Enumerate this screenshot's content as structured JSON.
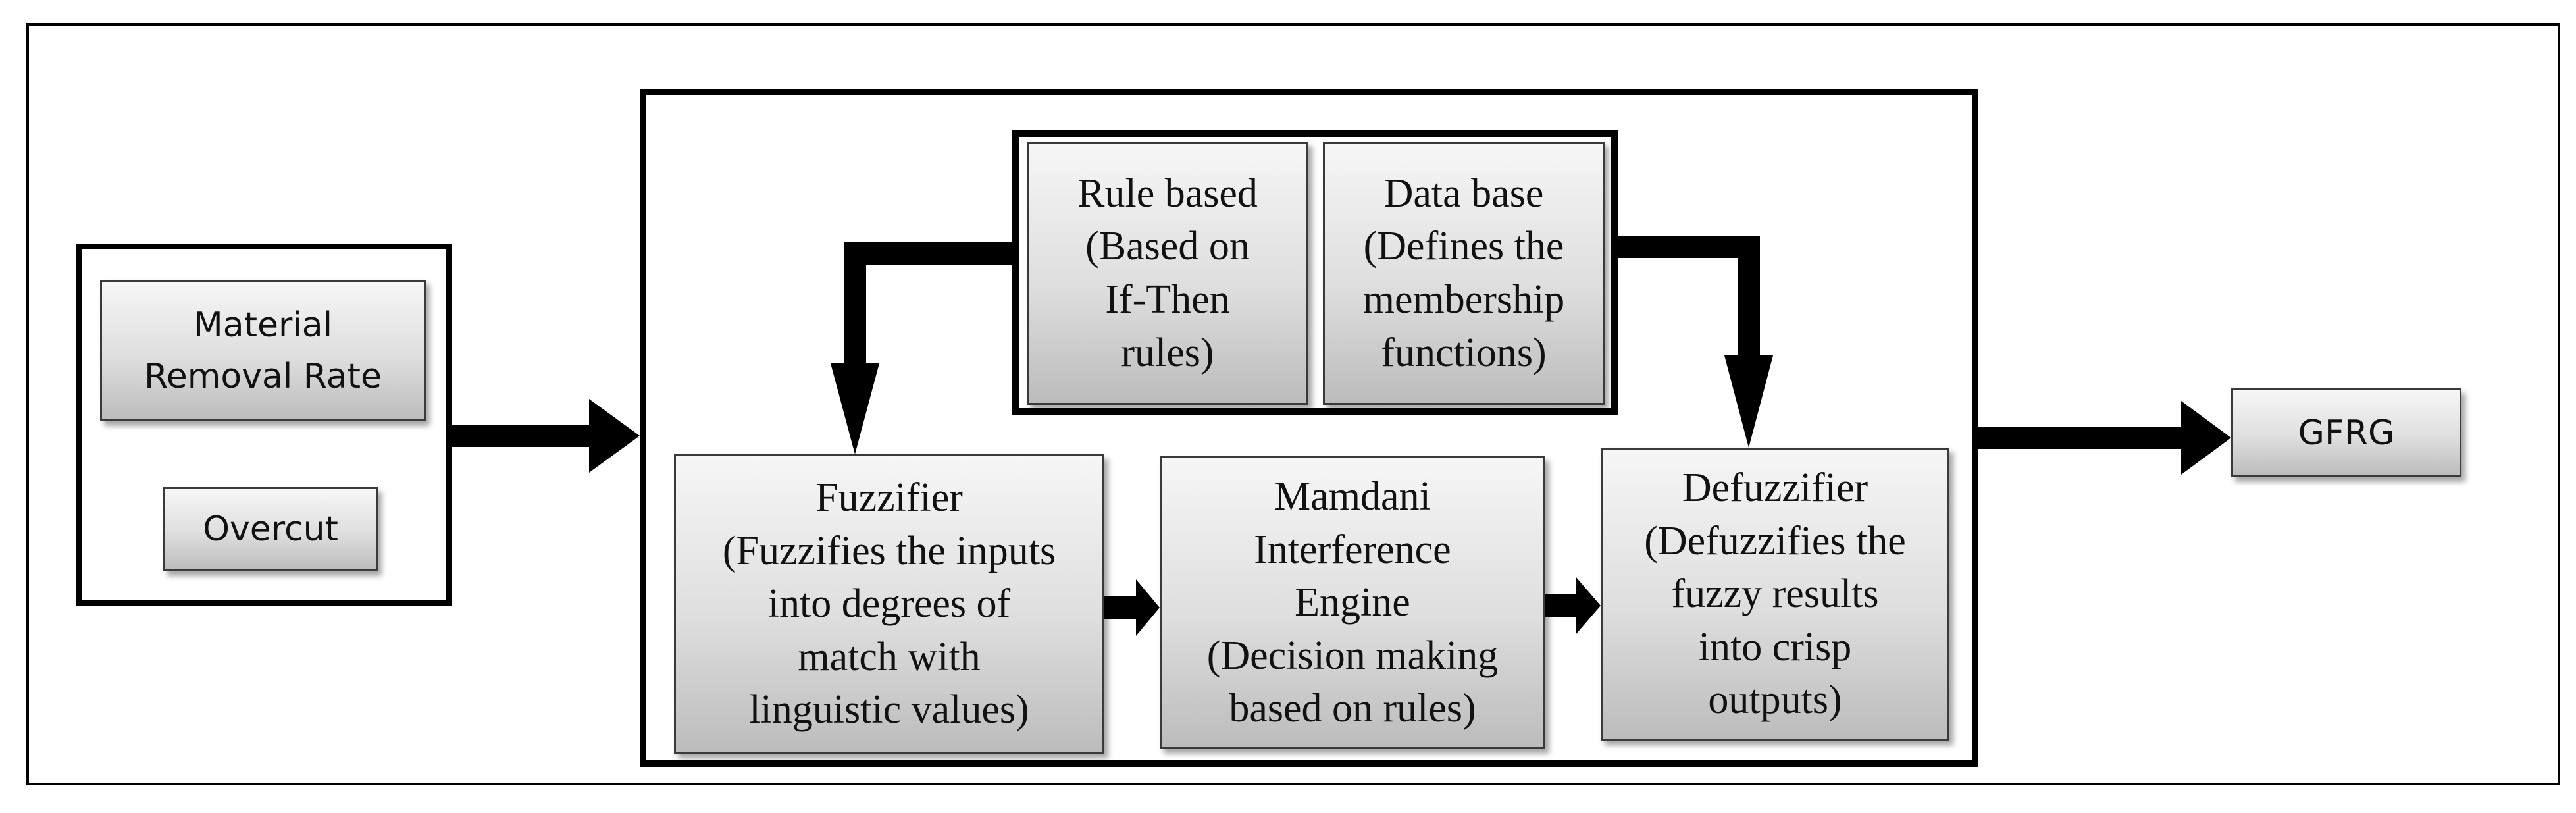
{
  "nodes": {
    "material_removal_rate": {
      "lines": [
        "Material",
        "Removal Rate"
      ]
    },
    "overcut": {
      "lines": [
        "Overcut"
      ]
    },
    "rule_based": {
      "lines": [
        "Rule based",
        "(Based on",
        "If-Then",
        "rules)"
      ]
    },
    "data_base": {
      "lines": [
        "Data base",
        "(Defines the",
        "membership",
        "functions)"
      ]
    },
    "fuzzifier": {
      "lines": [
        "Fuzzifier",
        "(Fuzzifies the inputs",
        "into degrees of",
        "match with",
        "linguistic values)"
      ]
    },
    "mamdani": {
      "lines": [
        "Mamdani",
        "Interference",
        "Engine",
        "(Decision making",
        "based on rules)"
      ]
    },
    "defuzzifier": {
      "lines": [
        "Defuzzifier",
        "(Defuzzifies the",
        "fuzzy results",
        "into crisp",
        "outputs)"
      ]
    },
    "gfrg": {
      "lines": [
        "GFRG"
      ]
    }
  },
  "edges": [
    {
      "from": "input-group",
      "to": "fis-group"
    },
    {
      "from": "rule_based",
      "to": "fuzzifier"
    },
    {
      "from": "data_base",
      "to": "defuzzifier"
    },
    {
      "from": "fuzzifier",
      "to": "mamdani"
    },
    {
      "from": "mamdani",
      "to": "defuzzifier"
    },
    {
      "from": "fis-group",
      "to": "gfrg"
    }
  ]
}
